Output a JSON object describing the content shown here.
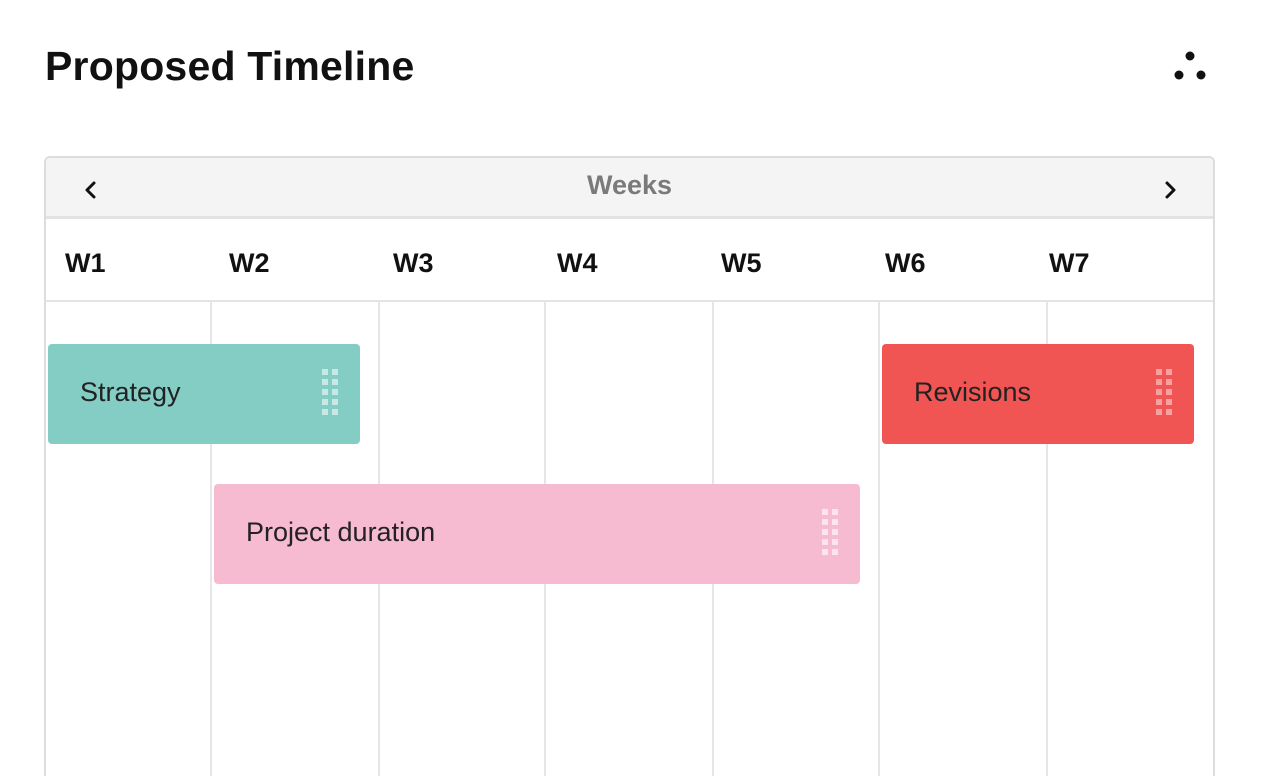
{
  "header": {
    "title": "Proposed Timeline"
  },
  "timeline": {
    "scale_label": "Weeks",
    "weeks": [
      "W1",
      "W2",
      "W3",
      "W4",
      "W5",
      "W6",
      "W7"
    ],
    "tasks": [
      {
        "label": "Strategy",
        "color": "#83cdc5"
      },
      {
        "label": "Project duration",
        "color": "#f7bbd1"
      },
      {
        "label": "Revisions",
        "color": "#f05453"
      }
    ]
  }
}
